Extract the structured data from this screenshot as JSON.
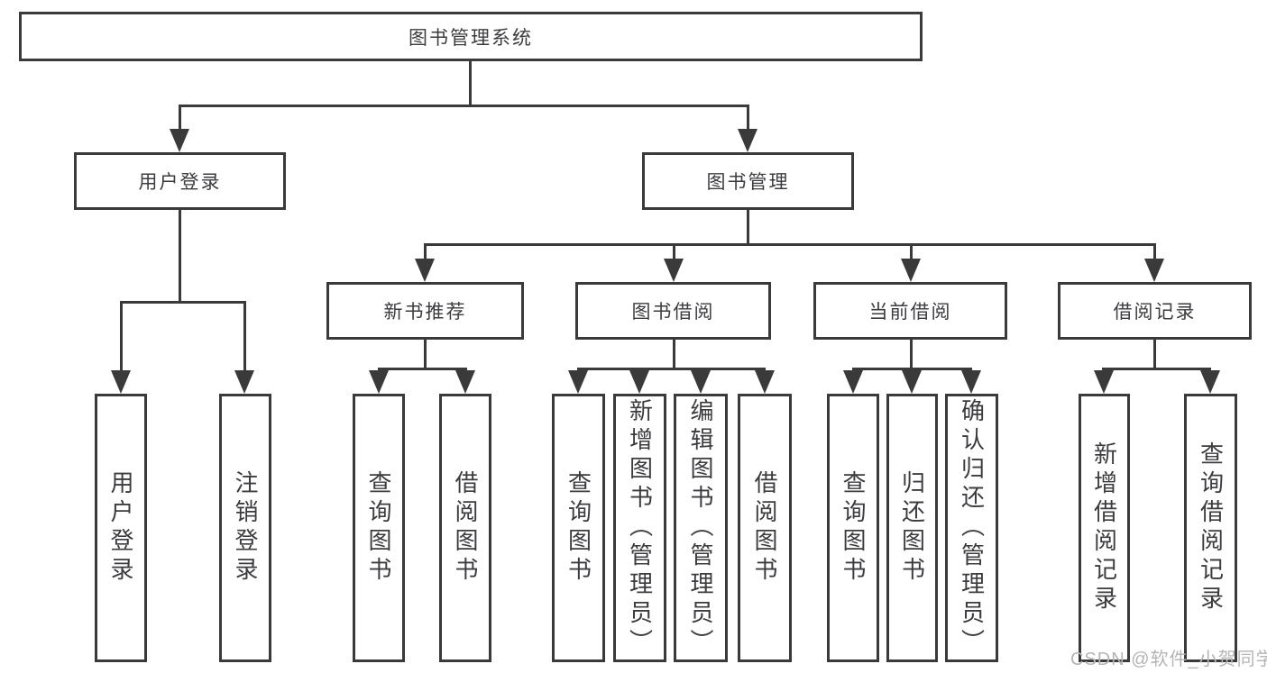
{
  "root": {
    "label": "图书管理系统"
  },
  "level2": {
    "user_login": {
      "label": "用户登录",
      "children": [
        "用户登录",
        "注销登录"
      ]
    },
    "book_mgmt": {
      "label": "图书管理"
    }
  },
  "level3": {
    "new_books": {
      "label": "新书推荐",
      "children": [
        "查询图书",
        "借阅图书"
      ]
    },
    "borrowing": {
      "label": "图书借阅",
      "children": [
        "查询图书",
        "新增图书（管理员）",
        "编辑图书（管理员）",
        "借阅图书"
      ]
    },
    "current": {
      "label": "当前借阅",
      "children": [
        "查询图书",
        "归还图书",
        "确认归还（管理员）"
      ]
    },
    "records": {
      "label": "借阅记录",
      "children": [
        "新增借阅记录",
        "查询借阅记录"
      ]
    }
  },
  "watermark": {
    "text": "CSDN @软件_小贺同学"
  },
  "colors": {
    "line": "#3a3a3a",
    "text": "#3c3c40",
    "watermark": "#b5b5b5",
    "background": "#ffffff"
  }
}
